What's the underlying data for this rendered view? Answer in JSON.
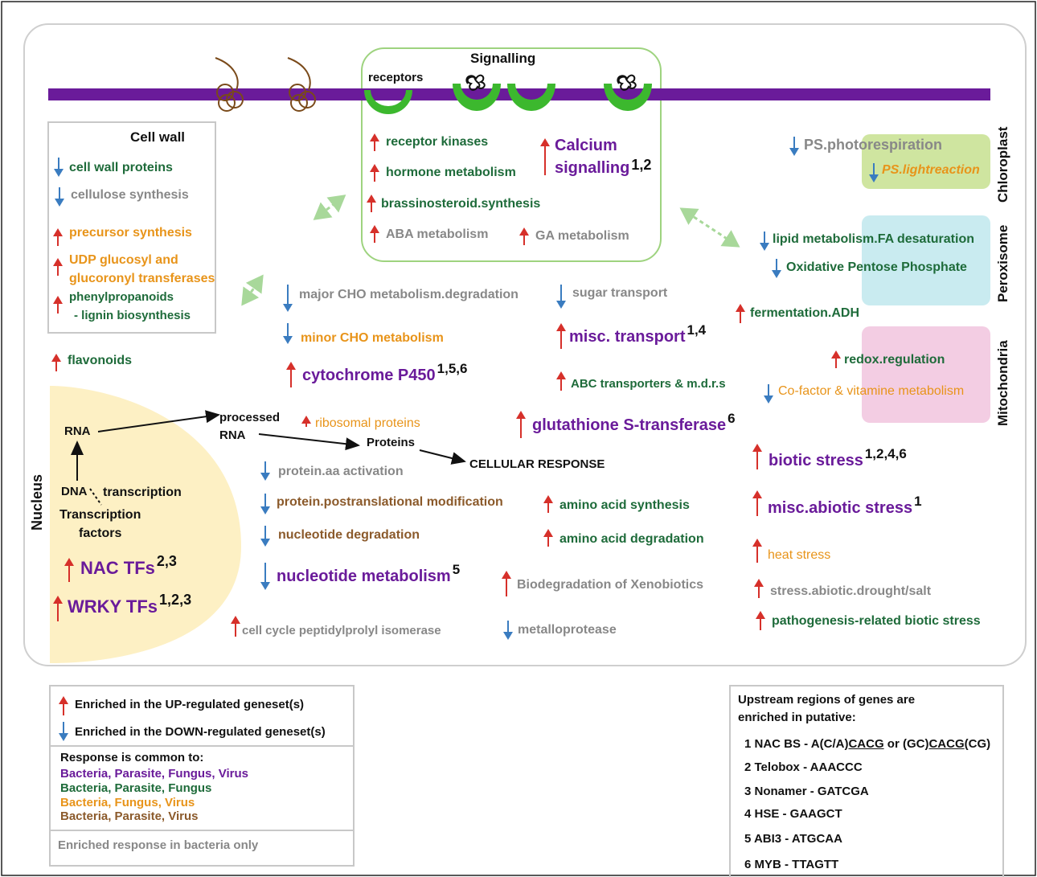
{
  "signalling": {
    "title": "Signalling",
    "receptors": "receptors",
    "receptor_kinases": "receptor kinases",
    "hormone_metabolism": "hormone metabolism",
    "brassinosteroid": "brassinosteroid.synthesis",
    "aba": "ABA metabolism",
    "ga": "GA metabolism",
    "calcium_line1": "Calcium",
    "calcium_line2": "signalling",
    "calcium_sup": "1,2"
  },
  "cell_wall": {
    "title": "Cell wall",
    "proteins": "cell wall proteins",
    "cellulose": "cellulose synthesis",
    "precursor": "precursor synthesis",
    "udp_line1": "UDP glucosyl and",
    "udp_line2": "glucoronyl transferases",
    "phenyl_line1": "phenylpropanoids",
    "phenyl_line2": "- lignin biosynthesis"
  },
  "flavonoids": "flavonoids",
  "nucleus": {
    "label": "Nucleus",
    "rna": "RNA",
    "dna": "DNA",
    "transcription": "transcription",
    "tf_line1": "Transcription",
    "tf_line2": "factors",
    "nac": "NAC TFs",
    "nac_sup": "2,3",
    "wrky": "WRKY TFs",
    "wrky_sup": "1,2,3"
  },
  "flow": {
    "processed_line1": "processed",
    "processed_line2": "RNA",
    "proteins": "Proteins",
    "cellular_response": "CELLULAR RESPONSE"
  },
  "metabolism": {
    "major_cho": "major CHO metabolism.degradation",
    "minor_cho": "minor CHO metabolism",
    "cyto": "cytochrome P450",
    "cyto_sup": "1,5,6",
    "ribosomal": "ribosomal proteins",
    "protein_aa": "protein.aa activation",
    "protein_ptm": "protein.postranslational modification",
    "nucleotide_deg": "nucleotide degradation",
    "nucleotide_met": "nucleotide metabolism",
    "nucleotide_sup": "5",
    "cell_cycle": "cell cycle peptidylprolyl isomerase",
    "sugar": "sugar transport",
    "misc_transport": "misc. transport",
    "misc_transport_sup": "1,4",
    "abc": "ABC transporters & m.d.r.s",
    "gst": "glutathione S-transferase",
    "gst_sup": "6",
    "aa_synth": "amino acid synthesis",
    "aa_deg": "amino acid degradation",
    "xeno": "Biodegradation of Xenobiotics",
    "metallo": "metalloprotease"
  },
  "organelles": {
    "chloroplast": "Chloroplast",
    "ps_photo": "PS.photorespiration",
    "ps_light": "PS.lightreaction",
    "peroxisome": "Peroxisome",
    "lipid": "lipid metabolism.FA desaturation",
    "oxidative": "Oxidative Pentose Phosphate",
    "fermentation": "fermentation.ADH",
    "mitochondria": "Mitochondria",
    "redox": "redox.regulation",
    "cofactor": "Co-factor & vitamine metabolism"
  },
  "stress": {
    "biotic": "biotic stress",
    "biotic_sup": "1,2,4,6",
    "misc_abiotic": "misc.abiotic stress",
    "misc_abiotic_sup": "1",
    "heat": "heat stress",
    "drought": "stress.abiotic.drought/salt",
    "pathogenesis": "pathogenesis-related biotic stress"
  },
  "legend": {
    "up": "Enriched in the UP-regulated geneset(s)",
    "down": "Enriched in the DOWN-regulated geneset(s)",
    "common_title": "Response is common to:",
    "c1": "Bacteria, Parasite, Fungus, Virus",
    "c2": "Bacteria, Parasite, Fungus",
    "c3": "Bacteria, Fungus, Virus",
    "c4": "Bacteria, Parasite, Virus",
    "bacteria_only": "Enriched response in bacteria only"
  },
  "upstream": {
    "title_line1": "Upstream regions of genes are",
    "title_line2": "enriched in putative:",
    "m1_a": "1 NAC BS - A(C/A)",
    "m1_u1": "CACG",
    "m1_b": " or (GC)",
    "m1_u2": "CACG",
    "m1_c": "(CG)",
    "m2": "2 Telobox - AAACCC",
    "m3": "3 Nonamer - GATCGA",
    "m4": "4 HSE - GAAGCT",
    "m5": "5 ABI3 - ATGCAA",
    "m6": "6 MYB - TTAGTT"
  },
  "colors": {
    "up_arrow": "#d6302a",
    "down_arrow": "#3a7cc0",
    "membrane": "#6a1b9a",
    "receptor": "#3cb82e",
    "nucleus_fill": "#fdf0c4",
    "chloroplast_fill": "#cfe5a0",
    "peroxisome_fill": "#c9ebf0",
    "mitochondria_fill": "#f3cde3"
  }
}
